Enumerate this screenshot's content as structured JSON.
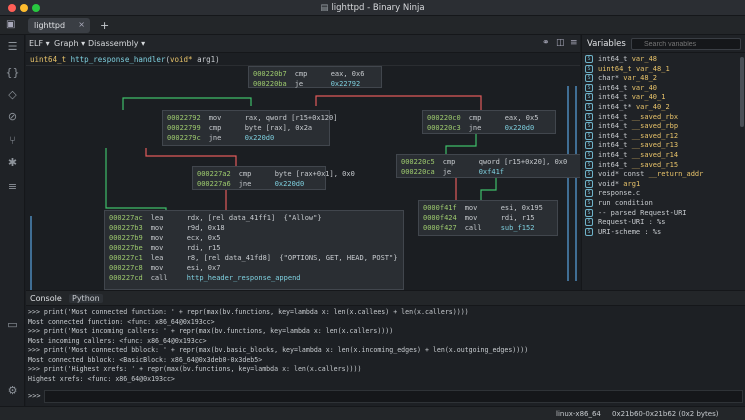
{
  "window": {
    "title": "lighttpd - Binary Ninja",
    "title_icon": "binary-ninja-icon"
  },
  "tabs": [
    {
      "label": "lighttpd",
      "close": "×"
    }
  ],
  "tab_add": "+",
  "toolbar": {
    "elf": "ELF ▾",
    "graph": "Graph ▾",
    "disassembly": "Disassembly ▾",
    "icons": [
      "link-icon",
      "split-view-icon",
      "menu-icon"
    ]
  },
  "function_header": {
    "return_type": "uint64_t",
    "name": "http_response_handler",
    "params_open": "(",
    "param_type": "void*",
    "param_name": " arg1",
    "params_close": ")"
  },
  "graph": {
    "blocks": [
      {
        "lines": [
          {
            "addr": "000220b7",
            "mn": "cmp",
            "ops": "eax, 0x6"
          },
          {
            "addr": "000220ba",
            "mn": "je",
            "ops": "0x22792"
          }
        ]
      },
      {
        "lines": [
          {
            "addr": "00022792",
            "mn": "mov",
            "ops": "rax, qword [r15+0x120]"
          },
          {
            "addr": "00022799",
            "mn": "cmp",
            "ops": "byte [rax], 0x2a"
          },
          {
            "addr": "0002279c",
            "mn": "jne",
            "ops": "0x220d0"
          }
        ]
      },
      {
        "lines": [
          {
            "addr": "000220c0",
            "mn": "cmp",
            "ops": "eax, 0x5"
          },
          {
            "addr": "000220c3",
            "mn": "jne",
            "ops": "0x220d0"
          }
        ]
      },
      {
        "lines": [
          {
            "addr": "000227a2",
            "mn": "cmp",
            "ops": "byte [rax+0x1], 0x0"
          },
          {
            "addr": "000227a6",
            "mn": "jne",
            "ops": "0x220d0"
          }
        ]
      },
      {
        "lines": [
          {
            "addr": "000220c5",
            "mn": "cmp",
            "ops": "qword [r15+0x20], 0x0"
          },
          {
            "addr": "000220ca",
            "mn": "je",
            "ops": "0xf41f"
          }
        ]
      },
      {
        "lines": [
          {
            "addr": "000227ac",
            "mn": "lea",
            "ops": "rdx, [rel data_41ff1]  {\"Allow\"}"
          },
          {
            "addr": "000227b3",
            "mn": "mov",
            "ops": "r9d, 0x18"
          },
          {
            "addr": "000227b9",
            "mn": "mov",
            "ops": "ecx, 0x5"
          },
          {
            "addr": "000227be",
            "mn": "mov",
            "ops": "rdi, r15"
          },
          {
            "addr": "000227c1",
            "mn": "lea",
            "ops": "r8, [rel data_41fd8]  {\"OPTIONS, GET, HEAD, POST\"}"
          },
          {
            "addr": "000227c8",
            "mn": "mov",
            "ops": "esi, 0x7"
          },
          {
            "addr": "000227cd",
            "mn": "call",
            "ops": "http_header_response_append"
          }
        ]
      },
      {
        "lines": [
          {
            "addr": "0000f41f",
            "mn": "mov",
            "ops": "esi, 0x195"
          },
          {
            "addr": "0000f424",
            "mn": "mov",
            "ops": "rdi, r15"
          },
          {
            "addr": "0000f427",
            "mn": "call",
            "ops": "sub_f152"
          }
        ]
      }
    ]
  },
  "variables": {
    "title": "Variables",
    "search_placeholder": "Search variables",
    "items": [
      {
        "type": "int64_t ",
        "name": "var_48"
      },
      {
        "type": "uint64_t ",
        "name": "var_48_1"
      },
      {
        "type": "char* ",
        "name": "var_48_2"
      },
      {
        "type": "int64_t ",
        "name": "var_40"
      },
      {
        "type": "int64_t ",
        "name": "var_40_1"
      },
      {
        "type": "int64_t* ",
        "name": "var_40_2"
      },
      {
        "type": "int64_t ",
        "name": "__saved_rbx"
      },
      {
        "type": "int64_t ",
        "name": "__saved_rbp"
      },
      {
        "type": "int64_t ",
        "name": "__saved_r12"
      },
      {
        "type": "int64_t ",
        "name": "__saved_r13"
      },
      {
        "type": "int64_t ",
        "name": "__saved_r14"
      },
      {
        "type": "int64_t ",
        "name": "__saved_r15"
      },
      {
        "type": "void* const ",
        "name": "__return_addr"
      },
      {
        "type": "void* ",
        "name": "arg1"
      },
      {
        "type": "",
        "name": "response.c"
      },
      {
        "type": "",
        "name": "run condition"
      },
      {
        "type": "-- ",
        "name": "parsed Request-URI"
      },
      {
        "type": "Request-URI     : ",
        "name": "%s"
      },
      {
        "type": "URI-scheme      : ",
        "name": "%s"
      }
    ]
  },
  "console": {
    "tabs": [
      "Console",
      "Python"
    ],
    "lines": [
      ">>> print('Most connected function: ' + repr(max(bv.functions, key=lambda x: len(x.callees) + len(x.callers))))",
      "Most connected function: <func: x86_64@0x193cc>",
      ">>> print('Most incoming callers: ' + repr(max(bv.functions, key=lambda x: len(x.callers))))",
      "Most incoming callers: <func: x86_64@0x193cc>",
      ">>> print('Most connected bblock: ' + repr(max(bv.basic_blocks, key=lambda x: len(x.incoming_edges) + len(x.outgoing_edges))))",
      "Most connected bblock: <BasicBlock: x86_64@0x3deb0-0x3deb5>",
      ">>> print('Highest xrefs: ' + repr(max(bv.functions, key=lambda x: len(x.callers))))",
      "Highest xrefs: <func: x86_64@0x193cc>"
    ],
    "prompt": ">>>"
  },
  "status": {
    "platform": "linux-x86_64",
    "range": "0x21b60-0x21b62 (0x2 bytes)",
    "colors": {
      "accent": "#7fd1e0",
      "edge_green": "#3fbf6a",
      "edge_red": "#e05a5a",
      "edge_blue": "#5aa3e0"
    }
  }
}
